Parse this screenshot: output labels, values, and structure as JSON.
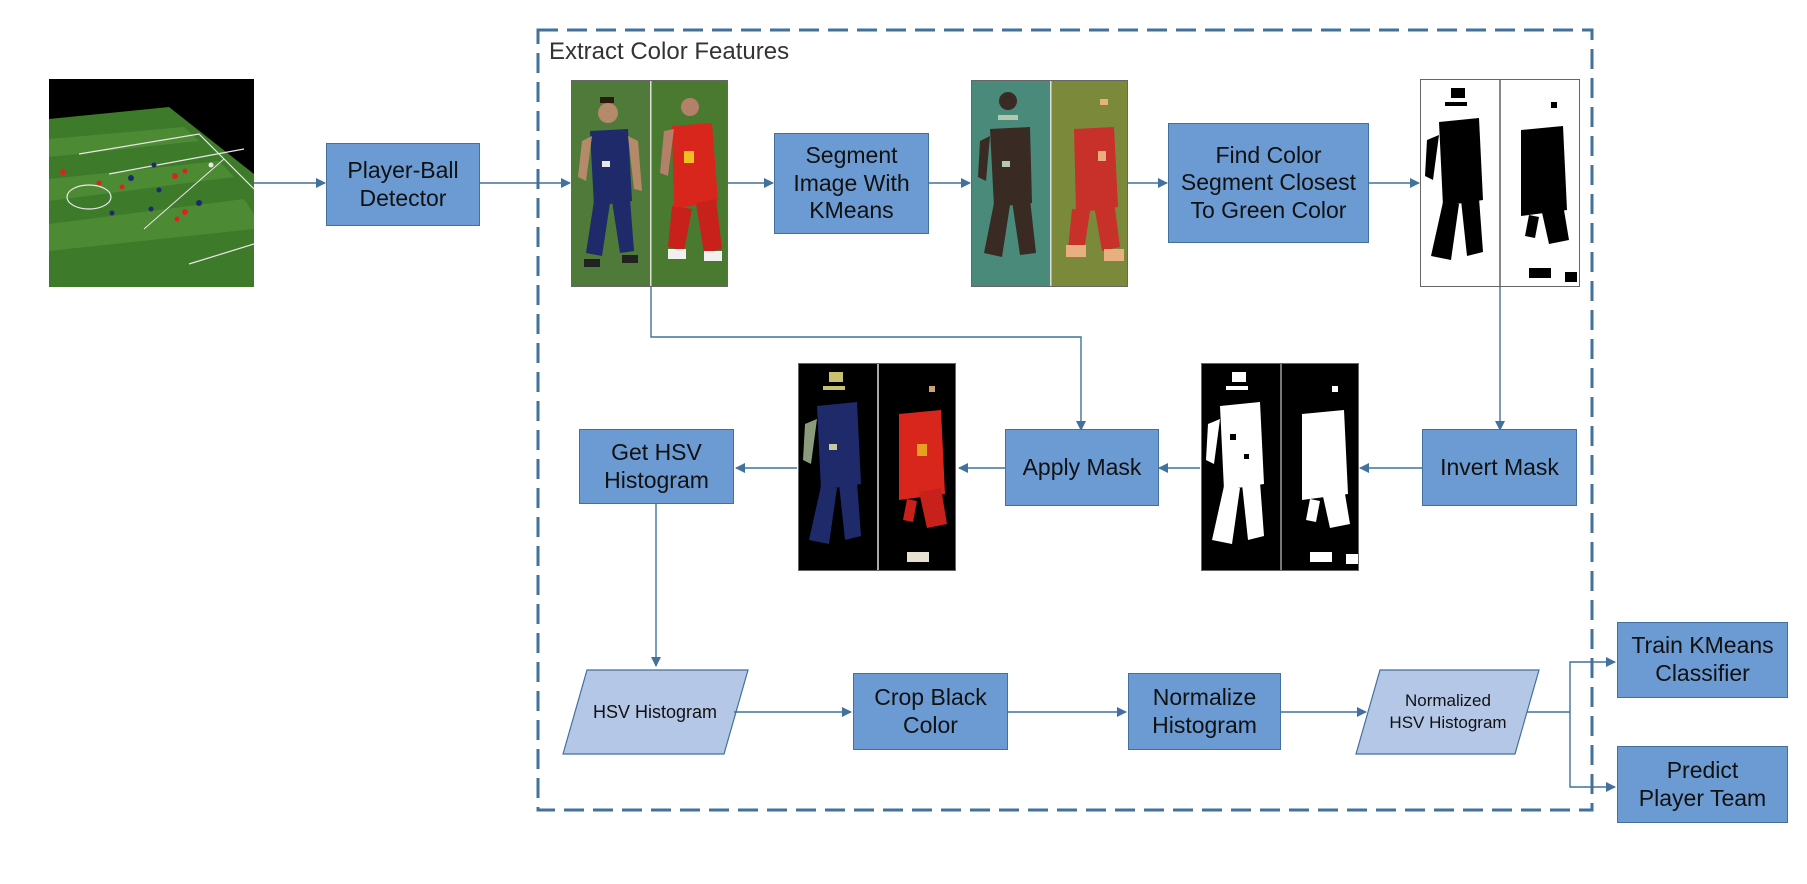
{
  "group_label": "Extract Color Features",
  "boxes": {
    "detector": "Player-Ball\nDetector",
    "segment": "Segment\nImage With\nKMeans",
    "find_green": "Find Color\nSegment Closest\nTo Green Color",
    "invert": "Invert Mask",
    "apply": "Apply Mask",
    "get_hsv": "Get HSV\nHistogram",
    "crop": "Crop Black\nColor",
    "normalize": "Normalize\nHistogram",
    "train": "Train KMeans\nClassifier",
    "predict": "Predict\nPlayer Team"
  },
  "parallelograms": {
    "hsv": "HSV Histogram",
    "norm_hsv": "Normalized\nHSV Histogram"
  },
  "colors": {
    "box_fill": "#6b9bd2",
    "box_border": "#41719c",
    "parallelogram_fill": "#b4c7e7",
    "arrow": "#41719c",
    "dashed_border": "#41719c",
    "field_green": "#3d7a2a",
    "team_blue": "#1e2a6a",
    "team_red": "#d9261c"
  }
}
